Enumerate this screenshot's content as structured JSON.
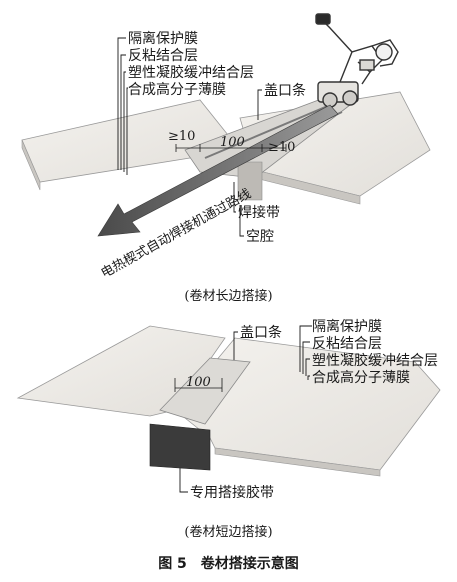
{
  "top_diagram": {
    "layer_labels": [
      "隔离保护膜",
      "反粘结合层",
      "塑性凝胶缓冲结合层",
      "合成高分子薄膜"
    ],
    "cover_strip_label": "盖口条",
    "dim_left": "≥10",
    "dim_mid": "100",
    "dim_right": "≥10",
    "welding_strip_label": "焊接带",
    "cavity_label": "空腔",
    "arrow_text": "电热楔式自动焊接机通过路线",
    "caption": "(卷材长边搭接)"
  },
  "bottom_diagram": {
    "cover_strip_label": "盖口条",
    "layer_labels": [
      "隔离保护膜",
      "反粘结合层",
      "塑性凝胶缓冲结合层",
      "合成高分子薄膜"
    ],
    "dim": "100",
    "tape_label": "专用搭接胶带",
    "caption": "(卷材短边搭接)"
  },
  "figure_title": "图 5　卷材搭接示意图"
}
